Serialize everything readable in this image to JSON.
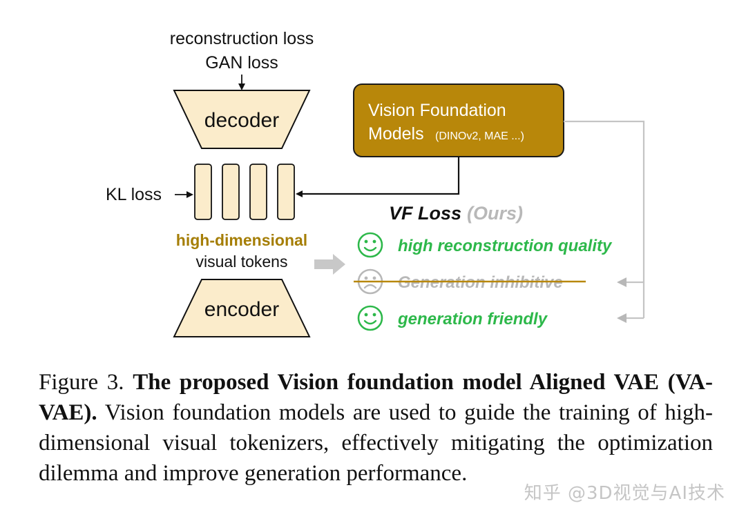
{
  "colors": {
    "tan_fill": "#fbeccb",
    "vfm_fill": "#b8870a",
    "vfm_border": "#1a1a1a",
    "green": "#2db84a",
    "gray": "#b8b8b8",
    "gold_text": "#a57e06",
    "strike": "#b8870a"
  },
  "diagram": {
    "losses_top": [
      "reconstruction loss",
      "GAN loss"
    ],
    "decoder_label": "decoder",
    "encoder_label": "encoder",
    "kl_loss": "KL loss",
    "tokens_label_line1": "high-dimensional",
    "tokens_label_line2": "visual tokens",
    "token_count": 4,
    "vfm_title": "Vision Foundation",
    "vfm_models": "Models",
    "vfm_examples": "(DINOv2, MAE ...)",
    "vf_loss": "VF Loss",
    "ours": "(Ours)",
    "benefits": [
      {
        "text": "high reconstruction quality",
        "icon": "smile-face-icon",
        "state": "positive"
      },
      {
        "text": "Generation inhibitive",
        "icon": "sad-face-icon",
        "state": "struck"
      },
      {
        "text": "generation friendly",
        "icon": "smile-face-icon",
        "state": "positive"
      }
    ]
  },
  "caption": {
    "label": "Figure 3.",
    "bold": "The proposed Vision foundation model Aligned VAE (VA-VAE).",
    "text": "Vision foundation models are used to guide the training of high-dimensional visual tokenizers, effectively mitigating the optimization dilemma and improve generation performance."
  },
  "watermark": "知乎 @3D视觉与AI技术"
}
